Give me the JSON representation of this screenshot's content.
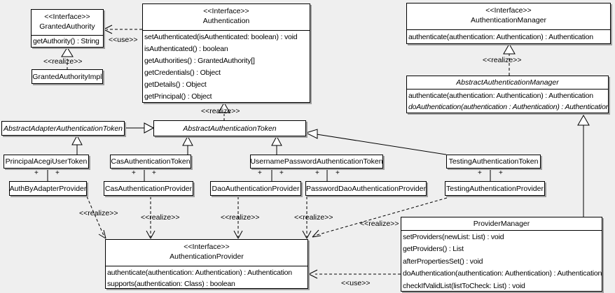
{
  "diagram": {
    "background_color": "#efefef",
    "box_fill_color": "#ffffff",
    "box_border_color": "#000000",
    "box_shadow_color": "#9f9f9f"
  },
  "labels": {
    "realize": "<<realize>>",
    "use": "<<use>>",
    "plus": "+"
  },
  "classes": {
    "granted_authority": {
      "stereotype": "<<Interface>>",
      "name": "GrantedAuthority",
      "methods": [
        "getAuthority() : String"
      ]
    },
    "granted_authority_impl": {
      "name": "GrantedAuthorityImpl"
    },
    "authentication": {
      "stereotype": "<<Interface>>",
      "name": "Authentication",
      "methods": [
        "setAuthenticated(isAuthenticated: boolean) : void",
        "isAuthenticated() : boolean",
        "getAuthorities() : GrantedAuthority[]",
        "getCredentials() : Object",
        "getDetails() : Object",
        "getPrincipal() : Object"
      ]
    },
    "authentication_manager": {
      "stereotype": "<<Interface>>",
      "name": "AuthenticationManager",
      "methods": [
        "authenticate(authentication: Authentication) : Authentication"
      ]
    },
    "abstract_authentication_manager": {
      "name": "AbstractAuthenticationManager",
      "methods": [
        "authenticate(authentication: Authentication) : Authentication",
        "doAuthentication(authentication : Authentication) : Authentication"
      ]
    },
    "abstract_adapter_authentication_token": {
      "name": "AbstractAdapterAuthenticationToken"
    },
    "abstract_authentication_token": {
      "name": "AbstractAuthenticationToken"
    },
    "principal_acegi_user_token": {
      "name": "PrincipalAcegiUserToken"
    },
    "cas_authentication_token": {
      "name": "CasAuthenticationToken"
    },
    "username_password_authentication_token": {
      "name": "UsernamePasswordAuthenticationToken"
    },
    "testing_authentication_token": {
      "name": "TestingAuthenticationToken"
    },
    "auth_by_adapter_provider": {
      "name": "AuthByAdapterProvider"
    },
    "cas_authentication_provider": {
      "name": "CasAuthenticationProvider"
    },
    "dao_authentication_provider": {
      "name": "DaoAuthenticationProvider"
    },
    "password_dao_authentication_provider": {
      "name": "PasswordDaoAuthenticationProvider"
    },
    "testing_authentication_provider": {
      "name": "TestingAuthenticationProvider"
    },
    "authentication_provider": {
      "stereotype": "<<Interface>>",
      "name": "AuthenticationProvider",
      "methods": [
        "authenticate(authentication: Authentication) : Authentication",
        "supports(authentication: Class) : boolean"
      ]
    },
    "provider_manager": {
      "name": "ProviderManager",
      "methods": [
        "setProviders(newList: List) : void",
        "getProviders() : List",
        "afterPropertiesSet() : void",
        "doAuthentication(authentication: Authentication) : Authentication",
        "checkIfValidList(listToCheck: List) : void"
      ]
    }
  }
}
